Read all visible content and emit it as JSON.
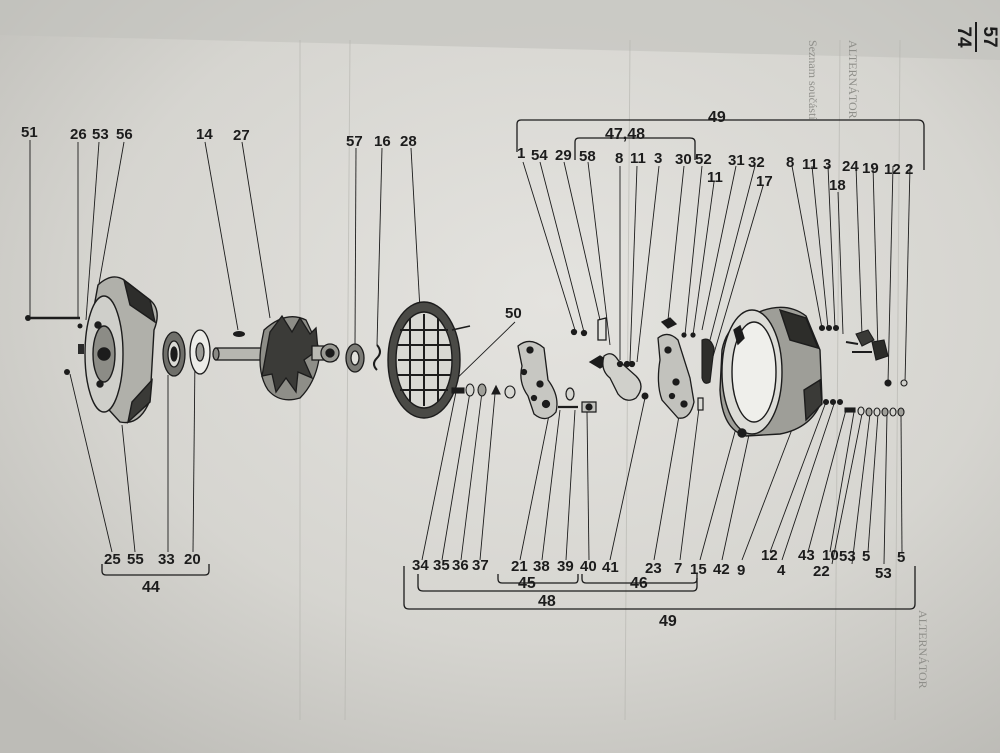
{
  "page": {
    "number_top": "57",
    "number_bottom": "74"
  },
  "groups": {
    "g49_top": "49",
    "g47_48": "47,48",
    "g44": "44",
    "g45": "45",
    "g46": "46",
    "g48": "48",
    "g49_bottom": "49"
  },
  "labels_top": {
    "l51": "51",
    "l26": "26",
    "l53a": "53",
    "l56": "56",
    "l14": "14",
    "l27": "27",
    "l57": "57",
    "l16": "16",
    "l28": "28",
    "l50": "50",
    "l1": "1",
    "l54": "54",
    "l29": "29",
    "l58": "58",
    "l8a": "8",
    "l11a": "11",
    "l3a": "3",
    "l30": "30",
    "l52": "52",
    "l11b": "11",
    "l31": "31",
    "l32": "32",
    "l17": "17",
    "l8b": "8",
    "l11c": "11",
    "l3b": "3",
    "l24": "24",
    "l19": "19",
    "l12a": "12",
    "l2": "2",
    "l18": "18"
  },
  "labels_bottom": {
    "l25": "25",
    "l55": "55",
    "l33": "33",
    "l20": "20",
    "l34": "34",
    "l35": "35",
    "l36": "36",
    "l37": "37",
    "l21": "21",
    "l38": "38",
    "l39": "39",
    "l40": "40",
    "l41": "41",
    "l23": "23",
    "l7": "7",
    "l15": "15",
    "l42": "42",
    "l9": "9",
    "l12b": "12",
    "l4": "4",
    "l43": "43",
    "l10": "10",
    "l22": "22",
    "l53b": "53",
    "l5a": "5",
    "l53c": "53",
    "l5b": "5"
  },
  "ghost_text": {
    "g1": "ALTERNÁTOR",
    "g2": "ALTERNÁTOR",
    "g3": "Seznam součástí"
  }
}
